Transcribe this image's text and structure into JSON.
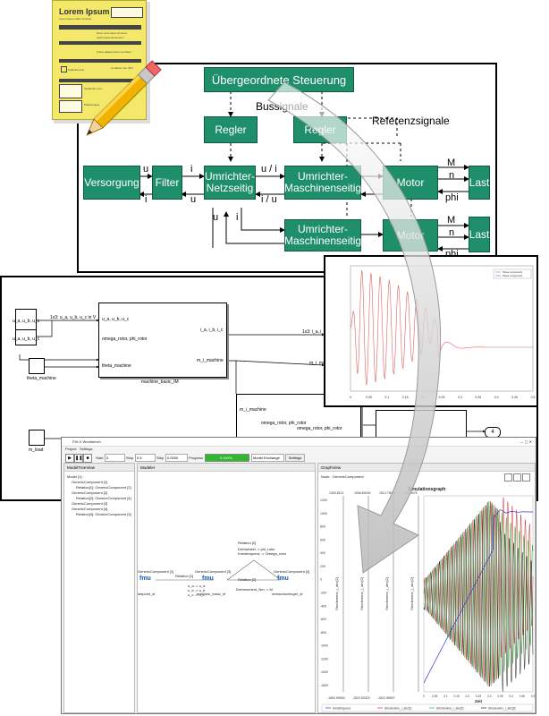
{
  "form_icon": {
    "title": "Lorem Ipsum",
    "subtitle": "Lorem ipsum dolor sit amet",
    "lines": [
      "Nunc sed maxim sit amet",
      "turpis porta elementum",
      "Fusce aliquet ipsum eu libero",
      "Curabitur nec nibh",
      "Nulla thoncus",
      "Vestibulum nec",
      "Pellentesque"
    ]
  },
  "block_diagram": {
    "top": "Übergeordnete Steuerung",
    "bus_label": "Bussignale",
    "ref_label": "Referenzsignale",
    "regler_1": "Regler",
    "regler_2": "Regler",
    "versorgung": "Versorgung",
    "filter": "Filter",
    "umr_netz": "Umrichter-\nNetzseitig",
    "umr_masch_1": "Umrichter-\nMaschinenseitig",
    "umr_masch_2": "Umrichter-\nMaschinenseitig",
    "motor_1": "Motor",
    "motor_2": "Motor",
    "last_1": "Last",
    "last_2": "Last",
    "sig_u_1": "u",
    "sig_i_1": "i",
    "sig_i_2": "i",
    "sig_u_2": "u",
    "sig_ui": "u / i",
    "sig_iu": "i / u",
    "sig_M_1": "M",
    "sig_n_1": "n",
    "sig_phi_1": "phi",
    "sig_u_3": "u",
    "sig_i_3": "i",
    "sig_M_2": "M",
    "sig_n_2": "n",
    "sig_phi_2": "phi"
  },
  "simulink": {
    "in1": "u_a, u_b, u_c",
    "in2": "u_a, u_b, u_c",
    "wire1": "1x3: u_a, u_b, u_c in V",
    "theta": "theta_machine",
    "m_load": "m_load",
    "block_in_1": "u_a, u_b, u_c",
    "block_in_2": "omega_rotor, phi_rotor",
    "block_in_3": "theta_machine",
    "block_out_1": "i_a, i_b, i_c",
    "block_out_2": "m_i_machine",
    "block_name": "machine_basic_IM",
    "out_wire_1": "1x3: i_a, i_b, i_c",
    "out_wire_2": "m_i_machine",
    "block2_in": "m_i_machine",
    "block2_out": "omega_rotor, phi_rotor",
    "out_wire_3": "omega_rotor, phi_rotor",
    "out_port": "4"
  },
  "tool_window": {
    "title": "FHI-X Workbench",
    "menu": [
      "Project",
      "Settings"
    ],
    "start_label": "Start",
    "start_value": "0",
    "stop_label": "Stop",
    "stop_value": "0.5",
    "step_label": "Step",
    "step_value": "0.0000",
    "progress_label": "Progress",
    "progress_value": "0.000%",
    "progress_fraction": 1.0,
    "mode": "Model Exchange",
    "settings_button": "Settings",
    "tree_title": "ModelTreeView",
    "tree_items": [
      "Model [1]",
      "GenericComponent [1]",
      "Relation[1]: GenericComponent [2]",
      "GenericComponent [2]",
      "Relation[2]: GenericComponent [4]",
      "GenericComponent [3]",
      "GenericComponent [4]",
      "Relation[3]: GenericComponent [3]"
    ],
    "modeler_title": "Modeler",
    "graph_title": "GraphView",
    "graph_node": "Node : GenericComponent",
    "graph_heading": "Simulationsgraph",
    "xlabel": "Zeit",
    "legend": [
      "Kreisfrequenz",
      "Strodemme_i_abc[1]",
      "Strodemme_i_abc[2]",
      "Strodemme_i_abc[3]"
    ]
  },
  "modeler": {
    "comp1": "GenericComponent [1]",
    "comp1_name": "setpoint_sf",
    "comp3": "GenericComponent [3]",
    "comp3_name": "machine_basic_sf",
    "comp4": "GenericComponent [4]",
    "comp4_name": "messenschinger_sf",
    "rel1": "Relation [1]",
    "rel1_text": "u_a -> u_a\nu_b -> u_b\nu_c -> u_c",
    "rel2a": "Relation [2]",
    "rel2a_text": "Drehwinkel -> phi_rotor\nKreisfrequenz -> Omega_rotor",
    "rel2b": "Relation [2]",
    "rel2b_text": "Drehmoment_Nm -> M",
    "fmu": "fmu"
  },
  "chart_data": [
    {
      "type": "line",
      "title": "",
      "series": [
        {
          "name": "Phase component1",
          "values": [
            0,
            0.95,
            -0.9,
            0.85,
            -0.8,
            0.72,
            -0.62,
            0.5,
            -0.38,
            0.2,
            0.05,
            0.1,
            -0.25,
            -0.3,
            -0.28,
            -0.3,
            -0.3,
            -0.3
          ]
        },
        {
          "name": "Phase component2",
          "values": []
        }
      ],
      "x": [
        0,
        0.025,
        0.05,
        0.075,
        0.1,
        0.125,
        0.15,
        0.175,
        0.2,
        0.225,
        0.25,
        0.275,
        0.3,
        0.325,
        0.35,
        0.4,
        0.45,
        0.5
      ],
      "xlim": [
        0,
        0.5
      ],
      "xticks": [
        "0",
        "0.05",
        "0.1",
        "0.15",
        "0.2",
        "0.25",
        "0.3",
        "0.35",
        "0.4",
        "0.45",
        "0.5"
      ]
    },
    {
      "type": "line",
      "title": "Simulationsgraph",
      "xlabel": "Zeit",
      "ylabel": "Strodemme_i_abc[2]",
      "xlim": [
        0,
        0.5
      ],
      "xticks": [
        "0",
        "0.05",
        "0.1",
        "0.15",
        "0.2",
        "0.25",
        "0.3",
        "0.35",
        "0.4",
        "0.45",
        "0.5"
      ],
      "yticks": [
        "1200",
        "1000",
        "800",
        "600",
        "400",
        "200",
        "0",
        "-200",
        "-400",
        "-600",
        "-800",
        "-1000",
        "-1200",
        "-1400",
        "-1600"
      ],
      "axis_tops": [
        "1283.8121",
        "1536.80025",
        "1512.78079",
        "227.4075"
      ],
      "axis_bottoms": [
        "-1552.99054",
        "-1522.59322",
        "-1522.98997"
      ],
      "series": [
        {
          "name": "Kreisfrequenz",
          "color": "#3333cc"
        },
        {
          "name": "Strodemme_i_abc[1]",
          "color": "#cc3333"
        },
        {
          "name": "Strodemme_i_abc[2]",
          "color": "#33aa33"
        },
        {
          "name": "Strodemme_i_abc[3]",
          "color": "#222222"
        }
      ]
    }
  ]
}
